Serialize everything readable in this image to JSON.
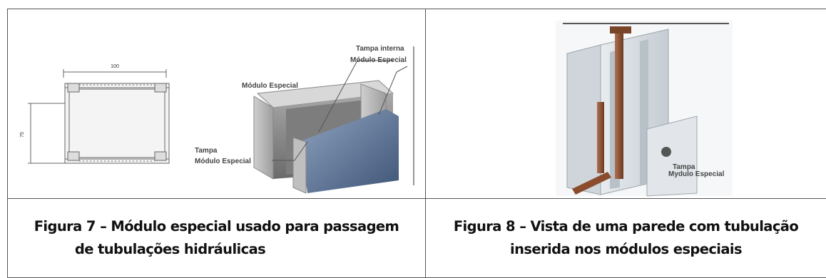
{
  "figure7": {
    "dimension_width": "100",
    "dimension_height": "75",
    "label_modulo_especial": "Módulo Especial",
    "label_tampa_interna_1": "Tampa interna",
    "label_tampa_interna_2": "Módulo Especial",
    "label_tampa_1": "Tampa",
    "label_tampa_2": "Módulo Especial",
    "caption_line1": "Figura 7 – Módulo especial usado para passagem",
    "caption_line2": "de tubulações hidráulicas"
  },
  "figure8": {
    "label_tampa_1": "Tampa",
    "label_tampa_2": "Mydulo Especial",
    "caption_line1": "Figura 8 – Vista de uma parede com tubulação",
    "caption_line2": "inserida nos módulos especiais"
  }
}
